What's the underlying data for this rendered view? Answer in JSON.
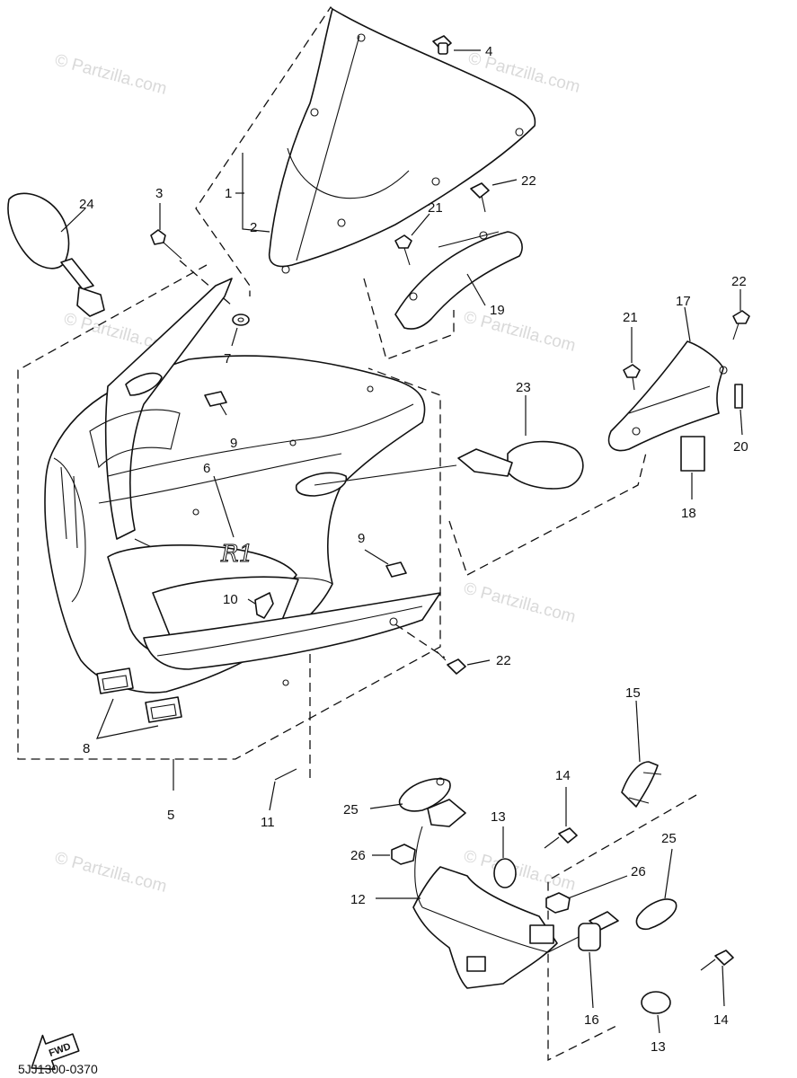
{
  "diagram_code": "5JJ1300-0370",
  "fwd_label": "FWD",
  "watermark": "© Partzilla.com",
  "logo_text": "R1",
  "callouts": {
    "c1": "1",
    "c2": "2",
    "c3": "3",
    "c4": "4",
    "c5": "5",
    "c6": "6",
    "c7": "7",
    "c8": "8",
    "c9a": "9",
    "c9b": "9",
    "c10": "10",
    "c11": "11",
    "c12": "12",
    "c13a": "13",
    "c13b": "13",
    "c14a": "14",
    "c14b": "14",
    "c15": "15",
    "c16": "16",
    "c17": "17",
    "c18": "18",
    "c19": "19",
    "c20": "20",
    "c21a": "21",
    "c21b": "21",
    "c22a": "22",
    "c22b": "22",
    "c22c": "22",
    "c23": "23",
    "c24": "24",
    "c25a": "25",
    "c25b": "25",
    "c26a": "26",
    "c26b": "26"
  }
}
